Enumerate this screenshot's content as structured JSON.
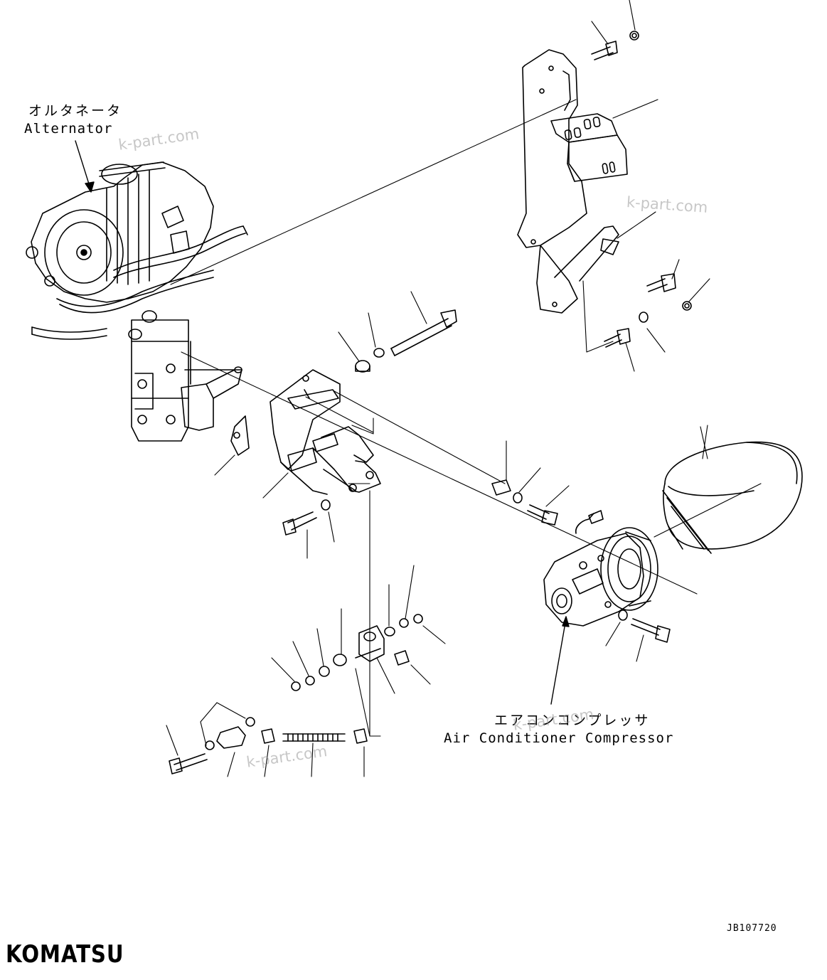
{
  "labels": {
    "alternator_jp": "オルタネータ",
    "alternator_en": "Alternator",
    "compressor_jp": "エアコンコンプレッサ",
    "compressor_en": "Air Conditioner Compressor"
  },
  "drawing_number": "JB107720",
  "brand_logo": "KOMATSU",
  "watermark_text": "k-part.com",
  "colors": {
    "line": "#000000",
    "background": "#ffffff",
    "watermark": "#9a9a9a"
  }
}
